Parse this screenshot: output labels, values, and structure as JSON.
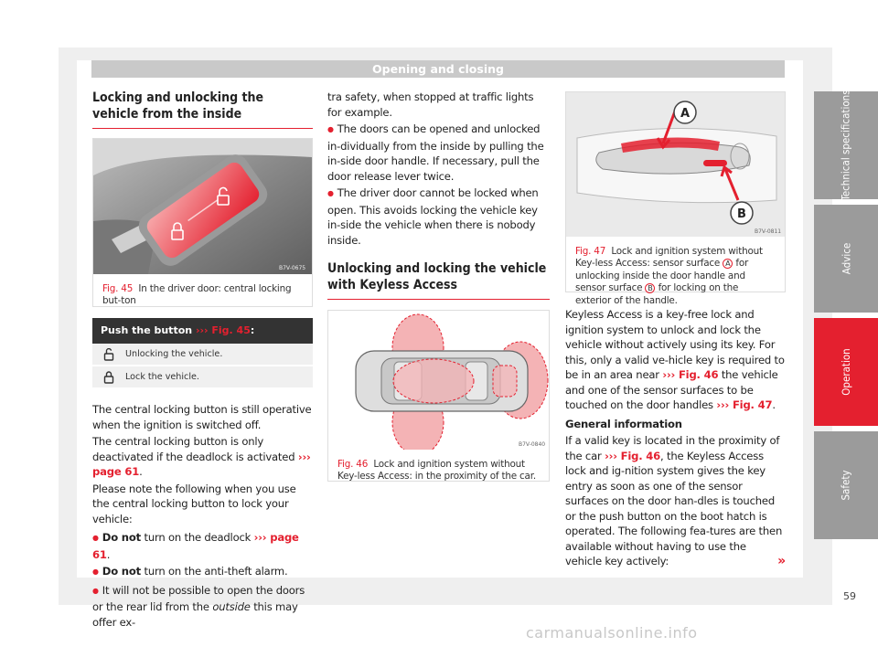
{
  "header": {
    "title": "Opening and closing"
  },
  "left": {
    "title": "Locking and unlocking the vehicle from the inside",
    "fig45": {
      "code": "B7V-0675",
      "num": "Fig. 45",
      "caption": "In the driver door: central locking but-ton"
    },
    "table": {
      "head_prefix": "Push the button",
      "head_ref": "Fig. 45",
      "rows": [
        {
          "icon": "unlock-icon",
          "text": "Unlocking the vehicle."
        },
        {
          "icon": "lock-icon",
          "text": "Lock the vehicle."
        }
      ]
    },
    "para1": "The central locking button is still operative when the ignition is switched off.",
    "para2_a": "The central locking button is only deactivated if the deadlock is activated",
    "para2_ref": "››› page 61",
    "para3": "Please note the following when you use the central locking button to lock your vehicle:",
    "bullet1_bold": "Do not",
    "bullet1_rest": "turn on the deadlock",
    "bullet1_ref": "››› page 61",
    "bullet2_bold": "Do not",
    "bullet2_rest": "turn on the anti-theft alarm.",
    "bullet3_a": "It will not be possible to open the doors or the rear lid from the",
    "bullet3_em": "outside",
    "bullet3_b": "this may offer ex-"
  },
  "middle": {
    "cont": "tra safety, when stopped at traffic lights for example.",
    "bullet1": "The doors can be opened and unlocked in-dividually from the inside by pulling the in-side door handle. If necessary, pull the door release lever twice.",
    "bullet2": "The driver door cannot be locked when open. This avoids locking the vehicle key in-side the vehicle when there is nobody inside.",
    "title": "Unlocking and locking the vehicle with Keyless Access",
    "fig46": {
      "code": "B7V-0840",
      "num": "Fig. 46",
      "caption": "Lock and ignition system without Key-less Access: in the proximity of the car."
    }
  },
  "right": {
    "fig47": {
      "code": "B7V-0811",
      "num": "Fig. 47",
      "caption_a": "Lock and ignition system without Key-less Access: sensor surface",
      "badge_a": "A",
      "caption_b": "for unlocking inside the door handle and sensor surface",
      "badge_b": "B",
      "caption_c": "for locking on the exterior of the handle.",
      "label_a": "A",
      "label_b": "B"
    },
    "para1_a": "Keyless Access is a key-free lock and ignition system to unlock and lock the vehicle without actively using its key. For this, only a valid ve-hicle key is required to be in an area near",
    "para1_ref1": "››› Fig. 46",
    "para1_b": "the vehicle and one of the sensor surfaces to be touched on the door handles",
    "para1_ref2": "››› Fig. 47",
    "general_title": "General information",
    "para2_a": "If a valid key is located in the proximity of the car",
    "para2_ref": "››› Fig. 46",
    "para2_b": ", the Keyless Access lock and ig-nition system gives the key entry as soon as one of the sensor surfaces on the door han-dles is touched or the push button on the boot hatch is operated. The following fea-tures are then available without having to use the vehicle key actively:",
    "continue_mark": "»"
  },
  "tabs": [
    {
      "label": "Technical specifications",
      "color": "#9b9b9b"
    },
    {
      "label": "Advice",
      "color": "#9b9b9b"
    },
    {
      "label": "Operation",
      "color": "#e4202f"
    },
    {
      "label": "Safety",
      "color": "#9b9b9b"
    }
  ],
  "page_number": "59",
  "watermark": "carmanualsonline.info"
}
